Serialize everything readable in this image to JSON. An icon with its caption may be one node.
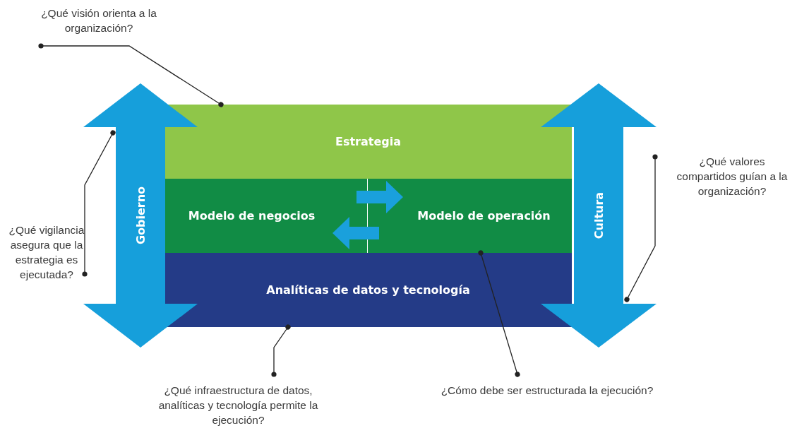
{
  "diagram": {
    "nodes": [
      {
        "text": [
          "¿Qué visión orienta a la organización?"
        ]
      },
      {
        "text": [
          "Gobierno"
        ]
      },
      {
        "text": [
          "Estrategia"
        ]
      },
      {
        "text": [
          "Modelo de negocios"
        ]
      },
      {
        "text": [
          "Modelo de operación"
        ]
      },
      {
        "text": [
          "Analíticas de datos y tecnología"
        ]
      },
      {
        "text": [
          "Cultura"
        ]
      },
      {
        "text": [
          "¿Qué vigilancia asegura que la estrategia es ejecutada?"
        ]
      },
      {
        "text": [
          "¿Qué valores compartidos guían a la organización?"
        ]
      },
      {
        "text": [
          "¿Qué infraestructura de datos, analíticas y tecnología permite la ejecución?"
        ]
      },
      {
        "text": [
          "¿Cómo debe ser estructurada la ejecución?"
        ]
      }
    ],
    "edges": [
      {
        "from": 0,
        "to": 2,
        "arrow": "other"
      },
      {
        "from": 7,
        "to": 1,
        "arrow": "other"
      },
      {
        "from": 8,
        "to": 6,
        "arrow": "other"
      },
      {
        "from": 3,
        "to": 4,
        "arrow": "to",
        "style": "thick",
        "color": "#1aa0dc"
      },
      {
        "from": 4,
        "to": 3,
        "arrow": "to",
        "style": "thick",
        "color": "#1aa0dc"
      },
      {
        "from": 9,
        "to": 5,
        "arrow": "other"
      },
      {
        "from": 10,
        "to": 4,
        "arrow": "other"
      }
    ]
  }
}
